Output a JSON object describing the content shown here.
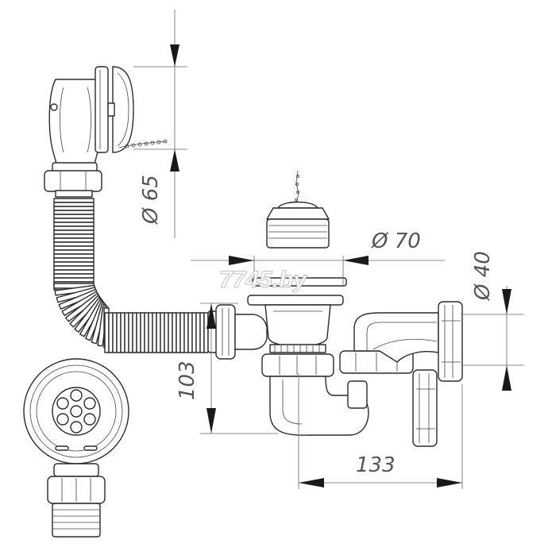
{
  "dimensions": {
    "d65": "Ø 65",
    "d70": "Ø 70",
    "d40": "Ø 40",
    "h103": "103",
    "w133": "133"
  },
  "watermark": "7745.by",
  "colors": {
    "line": "#2b2b2b",
    "dimension": "#666666",
    "background": "#ffffff"
  }
}
